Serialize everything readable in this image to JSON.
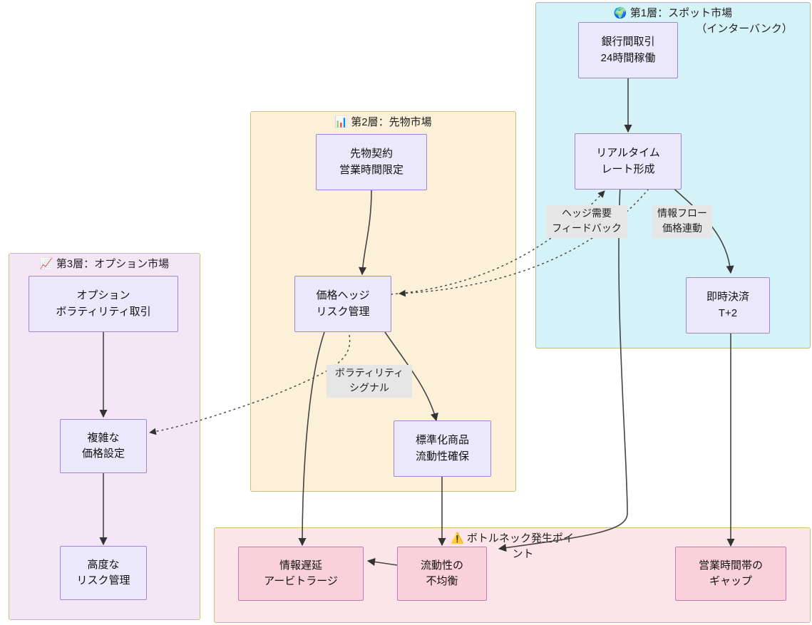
{
  "diagram": {
    "title_hidden": "",
    "clusters": [
      {
        "id": "spot",
        "title": "🌍 第1層：スポット市場（インターバンク）",
        "title_line1": "🌍 第1層：スポット市場",
        "title_line2": "（インターバンク）",
        "color": "#d6f2f9",
        "border": "#b3c27a"
      },
      {
        "id": "futures",
        "title": "📊 第2層：先物市場",
        "color": "#fdf0d9",
        "border": "#c9c07e"
      },
      {
        "id": "options",
        "title": "📈 第3層：オプション市場",
        "color": "#f4e6f7",
        "border": "#c9c07e"
      },
      {
        "id": "bottleneck",
        "title": "⚠️ ボトルネック発生ポイント",
        "title_line1": "⚠️ ボトルネック発生ポイ",
        "title_line2": "ント",
        "color": "#fce5e9",
        "border": "#c9c07e"
      }
    ],
    "nodes": [
      {
        "id": "interbank",
        "line1": "銀行間取引",
        "line2": "24時間稼働",
        "kind": "normal"
      },
      {
        "id": "realtime",
        "line1": "リアルタイム",
        "line2": "レート形成",
        "kind": "normal"
      },
      {
        "id": "settlement",
        "line1": "即時決済",
        "line2": "T+2",
        "kind": "normal"
      },
      {
        "id": "futures",
        "line1": "先物契約",
        "line2": "営業時間限定",
        "kind": "normal"
      },
      {
        "id": "hedge",
        "line1": "価格ヘッジ",
        "line2": "リスク管理",
        "kind": "normal"
      },
      {
        "id": "standard",
        "line1": "標準化商品",
        "line2": "流動性確保",
        "kind": "normal"
      },
      {
        "id": "options",
        "line1": "オプション",
        "line2": "ボラティリティ取引",
        "kind": "normal"
      },
      {
        "id": "pricing",
        "line1": "複雑な",
        "line2": "価格設定",
        "kind": "normal"
      },
      {
        "id": "advrisk",
        "line1": "高度な",
        "line2": "リスク管理",
        "kind": "normal"
      },
      {
        "id": "infolag",
        "line1": "情報遅延",
        "line2": "アービトラージ",
        "kind": "bad"
      },
      {
        "id": "liquidity",
        "line1": "流動性の",
        "line2": "不均衡",
        "kind": "bad"
      },
      {
        "id": "hoursgap",
        "line1": "営業時間帯の",
        "line2": "ギャップ",
        "kind": "bad"
      }
    ],
    "edge_labels": [
      {
        "id": "hedge-demand",
        "line1": "ヘッジ需要",
        "line2": "フィードバック"
      },
      {
        "id": "info-flow",
        "line1": "情報フロー",
        "line2": "価格連動"
      },
      {
        "id": "vol-signal",
        "line1": "ボラティリティ",
        "line2": "シグナル"
      }
    ],
    "colors": {
      "node_fill": "#ece8fb",
      "node_stroke": "#9f86d6",
      "bad_fill": "#fad0da",
      "bad_stroke": "#c27ab8",
      "edge_stroke": "#333333",
      "label_bg": "#e6e6e6"
    }
  }
}
